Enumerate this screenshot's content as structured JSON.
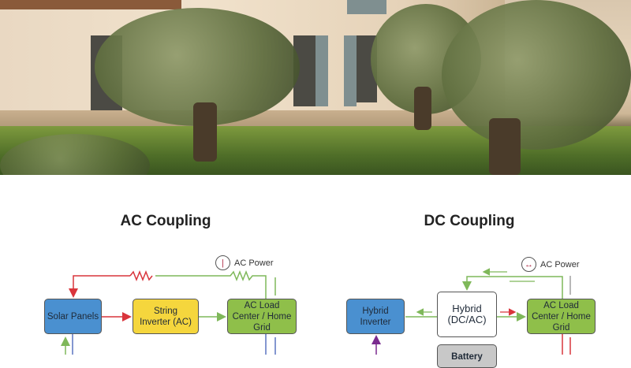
{
  "ac_coupling": {
    "title": "AC Coupling",
    "legend": "AC Power",
    "legend_icon": "vertical-line-circle-icon",
    "boxes": [
      {
        "label": "Solar Panels",
        "color": "#4a90d0"
      },
      {
        "label": "String Inverter (AC)",
        "color": "#f5d63d"
      },
      {
        "label": "AC Load Center / Home Grid",
        "color": "#8fbf4a"
      }
    ]
  },
  "dc_coupling": {
    "title": "DC Coupling",
    "legend": "AC Power",
    "legend_icon": "double-arrow-circle-icon",
    "boxes": [
      {
        "label": "Hybrid Inverter",
        "color": "#4a90d0"
      },
      {
        "label": "Hybrid (DC/AC)",
        "color": "#ffffff"
      },
      {
        "label": "AC Load Center / Home Grid",
        "color": "#8fbf4a"
      },
      {
        "label": "Battery",
        "color": "#c8c8c8"
      }
    ]
  },
  "colors": {
    "red_line": "#d9353c",
    "green_line": "#7fb85a",
    "blue_line": "#5a74c0",
    "purple_line": "#7a2b8f"
  }
}
